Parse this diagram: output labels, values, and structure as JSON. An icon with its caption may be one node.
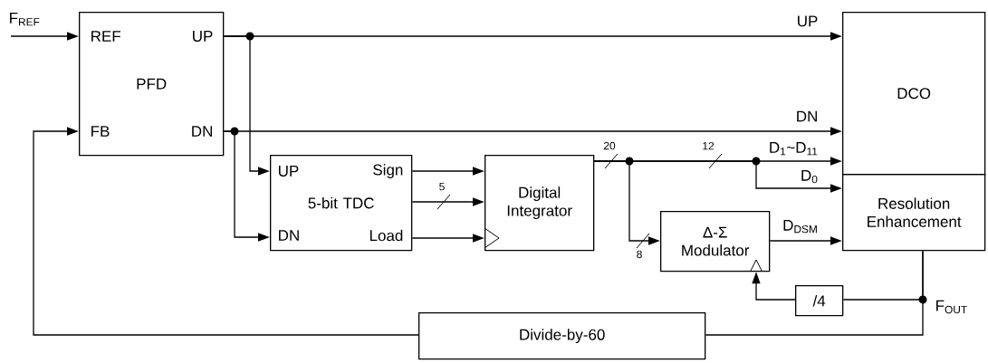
{
  "diagram": {
    "nodes": [
      {
        "text": [
          "REF",
          "UP",
          "PFD",
          "FB",
          "DN"
        ]
      },
      {
        "text": [
          "DCO"
        ]
      },
      {
        "text": [
          "UP",
          "Sign",
          "5-bit TDC",
          "DN",
          "Load"
        ]
      },
      {
        "text": [
          "Digital Integrator"
        ]
      },
      {
        "text": [
          "Resolution Enhancement"
        ]
      },
      {
        "text": [
          "Δ-Σ Modulator"
        ]
      },
      {
        "text": [
          "/4"
        ]
      },
      {
        "text": [
          "Divide-by-60"
        ]
      }
    ],
    "edges": [
      {
        "from": null,
        "to": 0,
        "arrow": "to"
      },
      {
        "from": 0,
        "to": 1,
        "arrow": "to",
        "label": "UP"
      },
      {
        "from": 0,
        "to": 2,
        "arrow": "to"
      },
      {
        "from": 0,
        "to": 1,
        "arrow": "to",
        "label": "DN"
      },
      {
        "from": 0,
        "to": 2,
        "arrow": "to"
      },
      {
        "from": 2,
        "to": 3,
        "arrow": "to"
      },
      {
        "from": 2,
        "to": 3,
        "arrow": "to",
        "label": "5"
      },
      {
        "from": 2,
        "to": 3,
        "arrow": "to"
      },
      {
        "from": 3,
        "to": 1,
        "arrow": "to",
        "label": "D$_{1}$~D$_{11}$"
      },
      {
        "from": 3,
        "to": 4,
        "arrow": "to",
        "label": "D$_{0}$"
      },
      {
        "from": 3,
        "to": 5,
        "arrow": "to",
        "label": "8"
      },
      {
        "from": 5,
        "to": 4,
        "arrow": "to",
        "label": "D$_{DSM}$"
      },
      {
        "from": 4,
        "to": 6,
        "arrow": "none"
      },
      {
        "from": 4,
        "to": 7,
        "arrow": "none"
      },
      {
        "from": 6,
        "to": 5,
        "arrow": "to"
      },
      {
        "from": 7,
        "to": 0,
        "arrow": "to"
      }
    ],
    "labels": [
      "F$_{REF}$",
      "20",
      "12",
      "F$_{OUT}$"
    ]
  }
}
